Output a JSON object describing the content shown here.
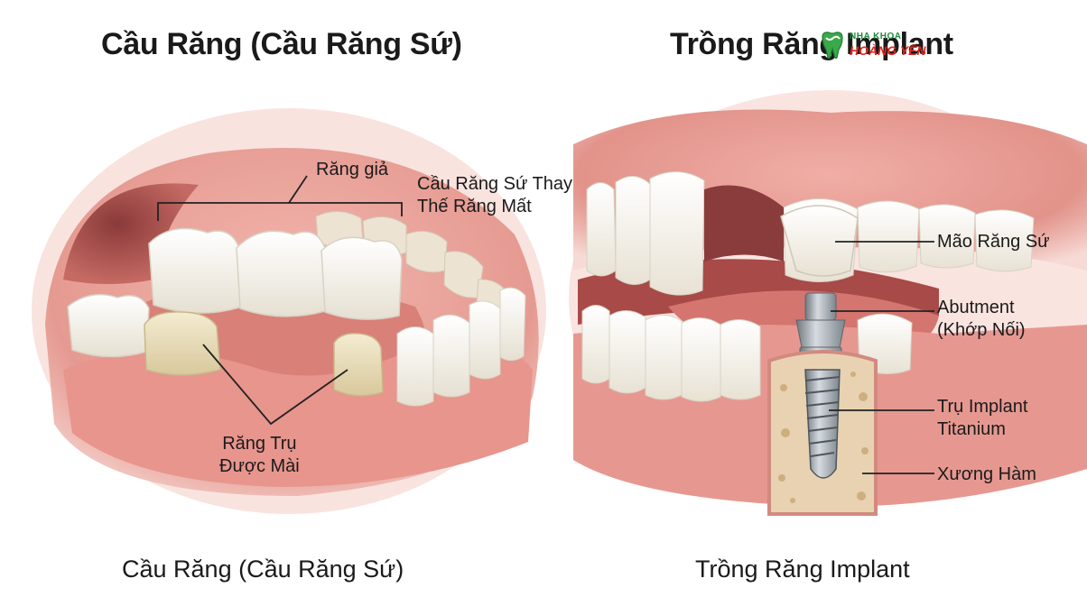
{
  "titles": {
    "left": "Cầu Răng (Cầu Răng Sứ)",
    "right": "Trồng Răng Implant"
  },
  "captions": {
    "left": "Cầu Răng (Cầu Răng Sứ)",
    "right": "Trồng Răng Implant"
  },
  "logo": {
    "line1": "NHA KHOA",
    "line2": "HOÀNG YẾN"
  },
  "bridge_labels": {
    "pontic": "Răng giả",
    "bridge_line1": "Cầu Răng Sứ Thay",
    "bridge_line2": "Thế Răng Mất",
    "abutment_line1": "Răng Trụ",
    "abutment_line2": "Được Mài"
  },
  "implant_labels": {
    "crown": "Mão Răng Sứ",
    "abutment_line1": "Abutment",
    "abutment_line2": "(Khớp Nối)",
    "post_line1": "Trụ Implant",
    "post_line2": "Titanium",
    "bone": "Xương Hàm"
  },
  "colors": {
    "gum": "#e8a29a",
    "gum_dark": "#c86a62",
    "tongue": "#d9807a",
    "tooth": "#f7f4ec",
    "prepared_tooth": "#ece2c2",
    "titanium": "#9aa3ab",
    "bone": "#ecdcb8"
  }
}
